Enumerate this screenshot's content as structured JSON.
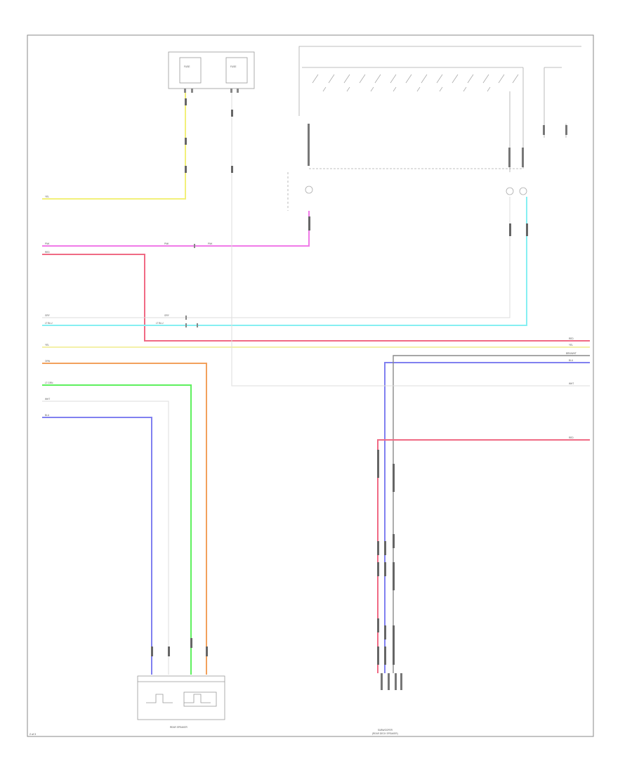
{
  "colors": {
    "yellow": "#f2f07a",
    "pink": "#f07ae8",
    "red": "#f06a84",
    "cyan": "#86eff2",
    "light_gray": "#dddddd",
    "pale_yellow": "#f4f1a8",
    "orange": "#f2a15c",
    "green": "#5ef05e",
    "blue": "#8080f0",
    "dark_gray": "#888888",
    "frame": "#888888"
  },
  "wires": [
    {
      "id": "wire-yellow",
      "color": "yellow"
    },
    {
      "id": "wire-pink",
      "color": "pink"
    },
    {
      "id": "wire-red",
      "color": "red"
    },
    {
      "id": "wire-gray",
      "color": "light_gray"
    },
    {
      "id": "wire-cyan",
      "color": "cyan"
    },
    {
      "id": "wire-pale-yellow",
      "color": "pale_yellow"
    },
    {
      "id": "wire-orange",
      "color": "orange"
    },
    {
      "id": "wire-green",
      "color": "green"
    },
    {
      "id": "wire-white",
      "color": "light_gray"
    },
    {
      "id": "wire-blue",
      "color": "blue"
    },
    {
      "id": "wire-sub-blue",
      "color": "blue"
    },
    {
      "id": "wire-sub-dark",
      "color": "dark_gray"
    },
    {
      "id": "wire-sub-red",
      "color": "red"
    },
    {
      "id": "wire-ground-gray",
      "color": "light_gray"
    }
  ],
  "labels": {
    "left_yel": "YEL",
    "left_pnk": "PNK",
    "left_red": "RED",
    "left_gry": "GRY",
    "left_ltblu": "LT BLU",
    "left_yel2": "YEL",
    "left_orn": "ORN",
    "left_ltgrn": "LT GRN",
    "left_wht": "WHT",
    "left_blu": "BLU",
    "mid_pnk": "PNK",
    "mid_pnk2": "PNK",
    "mid_gry": "GRY",
    "mid_ltblu": "LT BLU",
    "right_red": "RED",
    "right_yel": "YEL",
    "right_brnwht": "BRN/WHT",
    "right_blu": "BLU",
    "right_wht": "WHT",
    "right_red2": "RED",
    "fuse_left": "FUSE",
    "fuse_right": "FUSE",
    "speaker_caption": "REAR SPEAKER",
    "subwoofer_caption": "SUBWOOFER",
    "subwoofer_caption2": "(REAR DECK SPEAKER)",
    "page_number": "2 of 3"
  }
}
